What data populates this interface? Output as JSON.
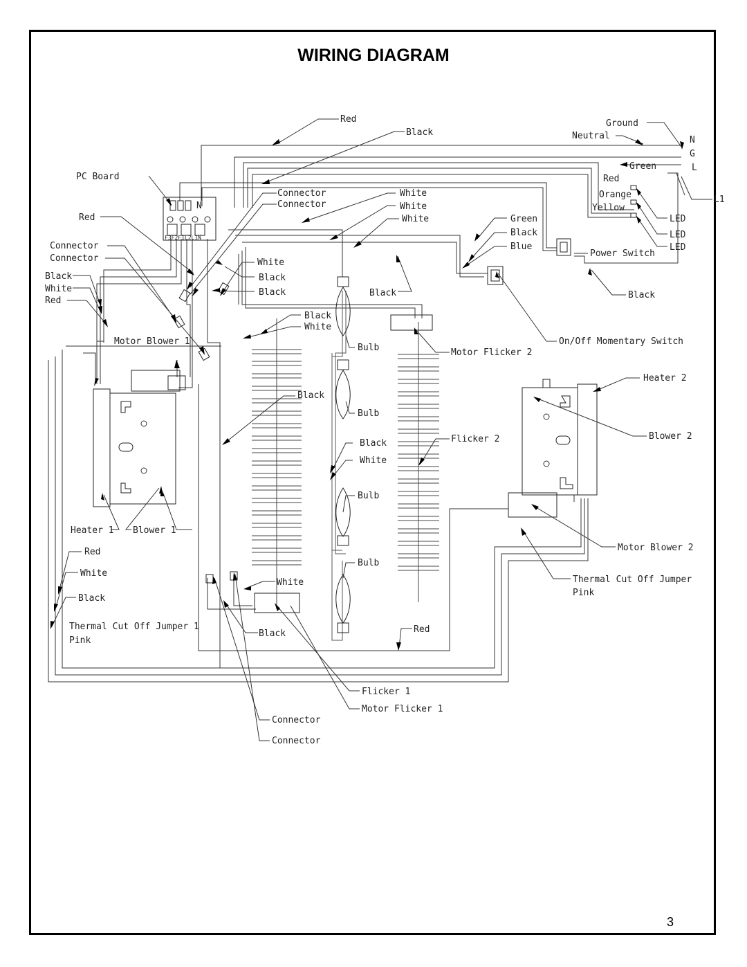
{
  "title": "WIRING DIAGRAM",
  "page_number": "3",
  "labels": {
    "red_top": "Red",
    "black_top": "Black",
    "ground": "Ground",
    "neutral": "Neutral",
    "n": "N",
    "g": "G",
    "l": "L",
    "green_gnd": "Green",
    "l1": "L1",
    "pc_board": "PC Board",
    "connector_a": "Connector",
    "connector_b": "Connector",
    "white_a": "White",
    "white_b": "White",
    "white_c": "White",
    "red_led": "Red",
    "orange": "Orange",
    "yellow": "Yellow",
    "led_1": "LED",
    "led_2": "LED",
    "led_3": "LED",
    "green_sw": "Green",
    "black_sw": "Black",
    "blue_sw": "Blue",
    "power_switch": "Power Switch",
    "black_ps": "Black",
    "red_left": "Red",
    "connector_c": "Connector",
    "connector_d": "Connector",
    "black_left": "Black",
    "white_left": "White",
    "red_left2": "Red",
    "white_mid": "White",
    "black_mid1": "Black",
    "black_mid2": "Black",
    "black_bulb": "Black",
    "black_center": "Black",
    "white_center": "White",
    "motor_blower_1": "Motor Blower 1",
    "on_off": "On/Off Momentary Switch",
    "bulb_1": "Bulb",
    "motor_flicker_2": "Motor Flicker 2",
    "black_fl": "Black",
    "bulb_2": "Bulb",
    "heater_2": "Heater 2",
    "black_f2": "Black",
    "white_f2": "White",
    "flicker_2": "Flicker 2",
    "blower_2": "Blower 2",
    "bulb_3": "Bulb",
    "heater_1": "Heater 1",
    "blower_1": "Blower 1",
    "motor_blower_2": "Motor Blower 2",
    "red_bottom": "Red",
    "white_bottom": "White",
    "black_bottom": "Black",
    "bulb_4": "Bulb",
    "thermal_2": "Thermal Cut Off Jumper",
    "pink_2": "Pink",
    "white_fl1": "White",
    "thermal_1": "Thermal Cut Off Jumper 1",
    "pink_1": "Pink",
    "black_fl1": "Black",
    "red_fl1": "Red",
    "flicker_1": "Flicker 1",
    "motor_flicker_1": "Motor Flicker 1",
    "connector_e": "Connector",
    "connector_f": "Connector",
    "pcb_n": "N",
    "pcb_bottom": "F3F2F1L2L1N"
  }
}
